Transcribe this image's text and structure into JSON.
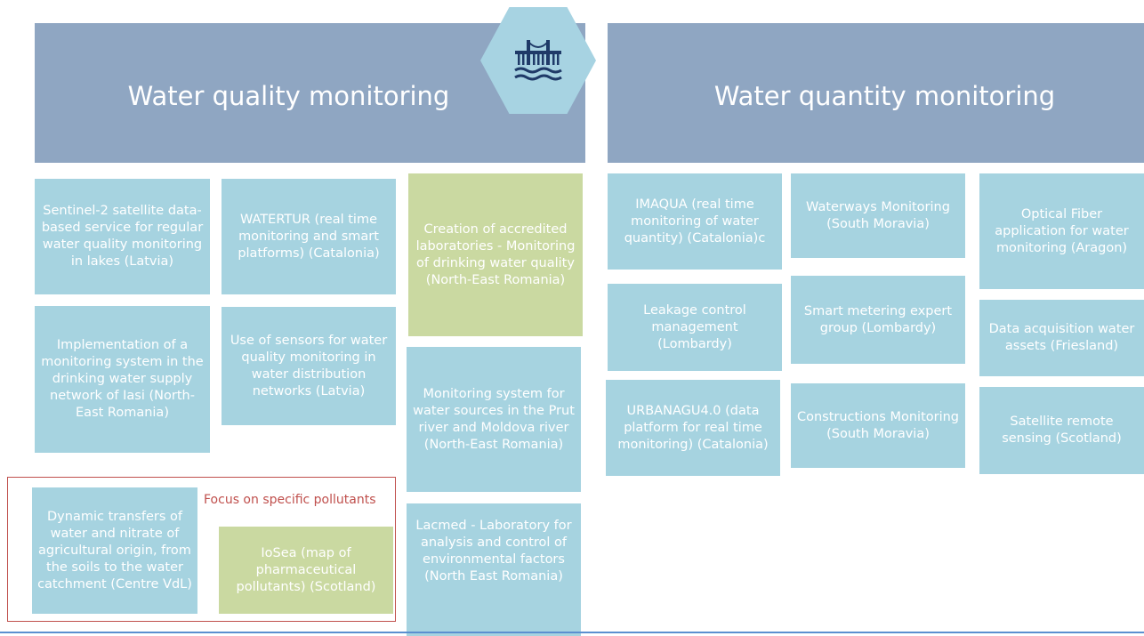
{
  "headers": {
    "left": "Water quality monitoring",
    "right": "Water quantity monitoring"
  },
  "badge": {
    "icon": "bridge-water-icon"
  },
  "colors": {
    "header_bg": "#8fa6c2",
    "box_blue": "#a6d3e0",
    "box_green": "#cad9a1",
    "hexagon": "#a7d3e2",
    "highlight_border": "#c0504d",
    "icon": "#1f3a68"
  },
  "quality": {
    "col1": [
      "Sentinel-2 satellite data-based service for regular water quality monitoring in lakes (Latvia)",
      "Implementation of a monitoring system in the drinking water supply network of Iasi (North-East Romania)"
    ],
    "col2": [
      "WATERTUR (real time monitoring and smart platforms) (Catalonia)",
      "Use of sensors for water quality monitoring in water distribution networks (Latvia)"
    ],
    "col3": [
      "Creation of accredited laboratories - Monitoring of drinking water quality (North-East Romania)",
      "Monitoring system for water sources in the Prut river and Moldova river (North-East Romania)",
      "Lacmed - Laboratory for analysis and control of environmental factors (North East Romania)"
    ]
  },
  "focus": {
    "label": "Focus on specific pollutants",
    "items": [
      "Dynamic transfers of water and nitrate of agricultural origin, from the soils to the water catchment (Centre VdL)",
      "IoSea (map  of pharmaceutical pollutants) (Scotland)"
    ]
  },
  "quantity": {
    "col1": [
      "IMAQUA (real time monitoring of water quantity) (Catalonia)c",
      "Leakage control management (Lombardy)",
      "URBANAGU4.0 (data platform for real time monitoring) (Catalonia)"
    ],
    "col2": [
      "Waterways Monitoring (South Moravia)",
      "Smart metering expert group (Lombardy)",
      "Constructions Monitoring (South Moravia)"
    ],
    "col3": [
      "Optical Fiber application for water monitoring (Aragon)",
      "Data acquisition water assets (Friesland)",
      "Satellite remote sensing (Scotland)"
    ]
  }
}
